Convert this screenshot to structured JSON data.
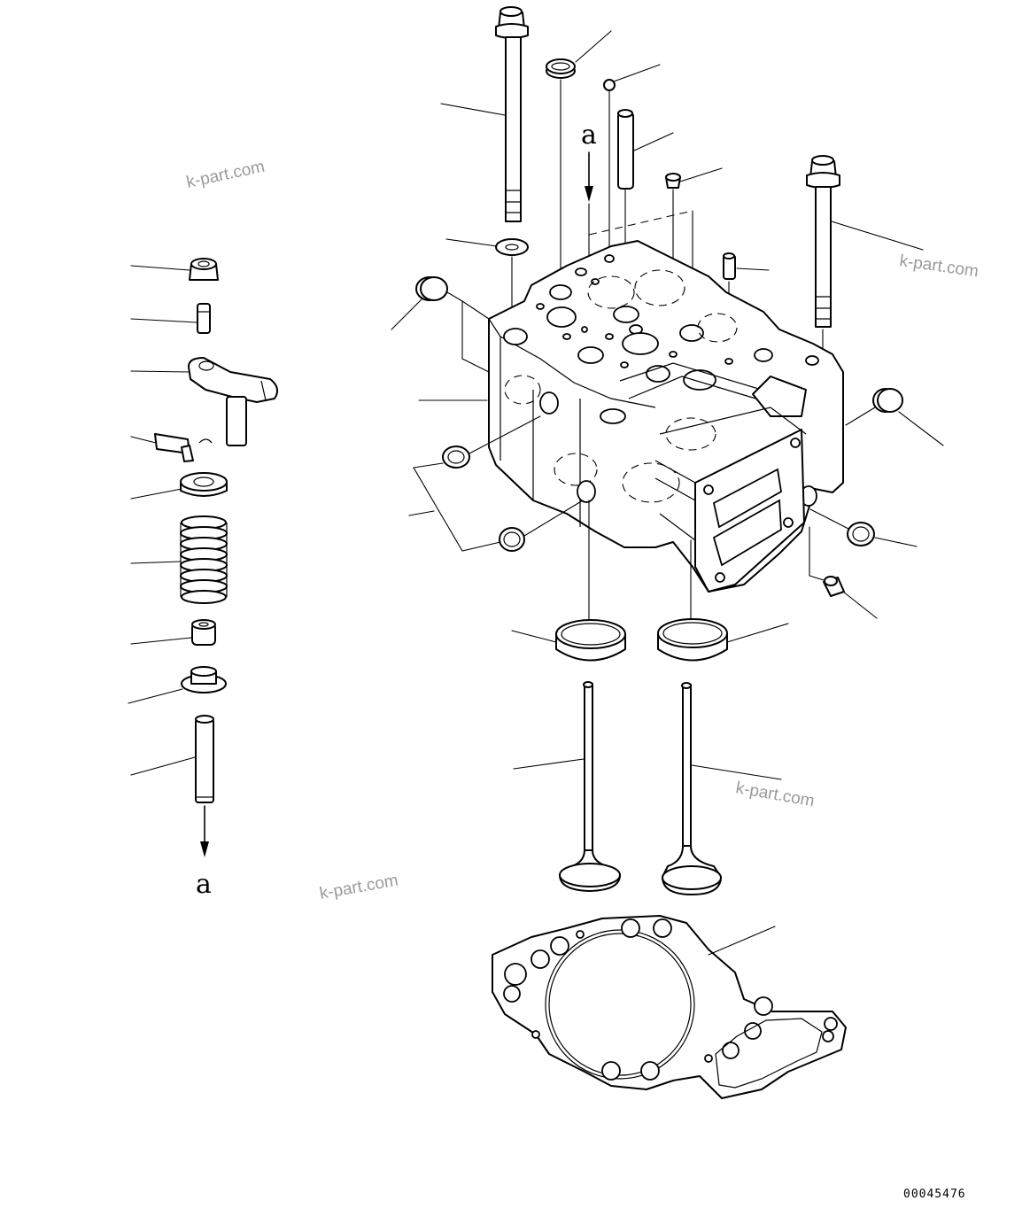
{
  "diagram": {
    "reference_letter_top": "a",
    "reference_letter_bottom": "a",
    "figure_number": "00045476",
    "watermarks": [
      "k-part.com",
      "k-part.com",
      "k-part.com",
      "k-part.com"
    ]
  }
}
